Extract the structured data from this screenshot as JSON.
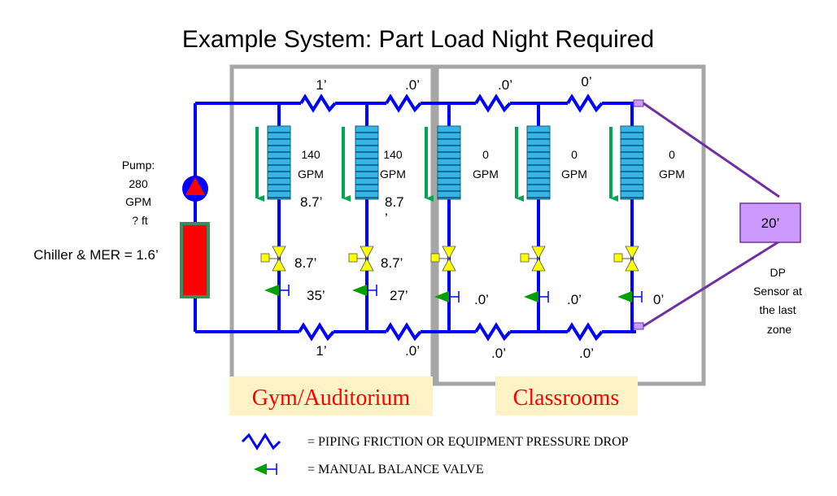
{
  "title": "Example System: Part Load Night Required",
  "pump_label": [
    "Pump:",
    "280",
    "GPM",
    "? ft"
  ],
  "chiller_label": "Chiller & MER = 1.6’",
  "top_friction": [
    "1’",
    ".0’",
    ".0’",
    "0’"
  ],
  "bottom_friction": [
    "1’",
    ".0’",
    ".0’",
    ".0’"
  ],
  "coils": [
    {
      "gpm": "140",
      "unit": "GPM",
      "coil_dp": "8.7’",
      "cv_dp": "8.7’",
      "bv_dp": "35’"
    },
    {
      "gpm": "140",
      "unit": "GPM",
      "coil_dp": "8.7",
      "coil_dp_extra": "’",
      "cv_dp": "8.7’",
      "bv_dp": "27’"
    },
    {
      "gpm": "0",
      "unit": "GPM",
      "bv_dp": ".0’"
    },
    {
      "gpm": "0",
      "unit": "GPM",
      "bv_dp": ".0’"
    },
    {
      "gpm": "0",
      "unit": "GPM",
      "bv_dp": "0’"
    }
  ],
  "dp_sensor": {
    "value": "20’",
    "label": [
      "DP",
      "Sensor at",
      "the last",
      "zone"
    ]
  },
  "zones": {
    "gym": "Gym/Auditorium",
    "classrooms": "Classrooms"
  },
  "legend": {
    "friction": "= PIPING FRICTION OR EQUIPMENT PRESSURE DROP",
    "balance_valve": "= MANUAL BALANCE VALVE"
  },
  "colors": {
    "pipe": "#0000ff",
    "coil": "#33b5e5",
    "flow_arrow": "#00a651",
    "valve": "#ffff00",
    "balance_valve": "#00a000",
    "chiller": "#ff0000",
    "chiller_border": "#3c8c5a",
    "dp_box": "#cc99ff",
    "dp_line": "#7030a0",
    "zone_border": "#a6a6a6",
    "zone_label_bg": "#fef3c7",
    "zone_label_text": "#ff0000"
  }
}
